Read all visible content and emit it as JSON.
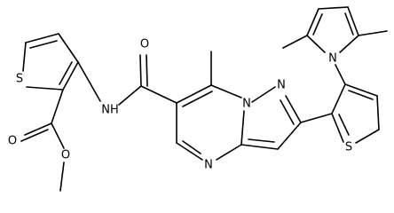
{
  "structure": {
    "background": "#ffffff",
    "bond_color": "#000000",
    "atom_labels": {
      "thiophene_left_s": "S",
      "ester_carbonyl_o": "O",
      "ester_methoxy_o": "O",
      "amide_nh": "NH",
      "amide_carbonyl_o": "O",
      "pyrazole_n_top": "N",
      "pyrazole_n_bridge": "N",
      "pyrimidine_n_bottom": "N",
      "pyrrole_n": "N",
      "thiophene_right_s": "S"
    }
  }
}
